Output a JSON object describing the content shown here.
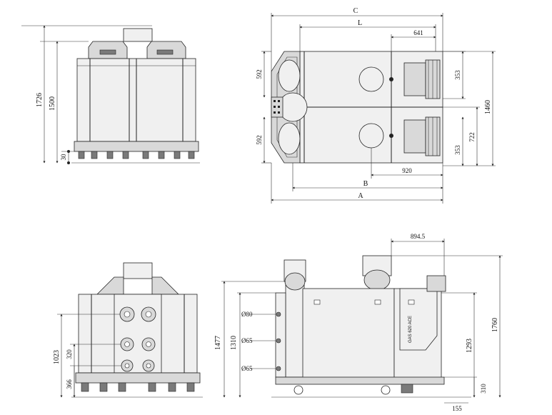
{
  "dimensions": {
    "front_view": {
      "overall_height": "1726",
      "body_height": "1500",
      "base_offset": "30"
    },
    "top_view": {
      "C": "C",
      "L": "L",
      "d641": "641",
      "d353_top": "353",
      "d592_top": "592",
      "d1460": "1460",
      "d722": "722",
      "d592_bottom": "592",
      "d353_bottom": "353",
      "d920": "920",
      "B": "B",
      "A": "A"
    },
    "rear_view": {
      "d1023": "1023",
      "d320": "320",
      "d366": "366"
    },
    "side_view": {
      "d894_5": "894.5",
      "d1477": "1477",
      "d1310": "1310",
      "o80": "Ø80",
      "o65_mid": "Ø65",
      "o65_low": "Ø65",
      "d1760": "1760",
      "d1293": "1293",
      "d310": "310",
      "d155": "155",
      "brand": "GAS 620 ACE"
    }
  }
}
